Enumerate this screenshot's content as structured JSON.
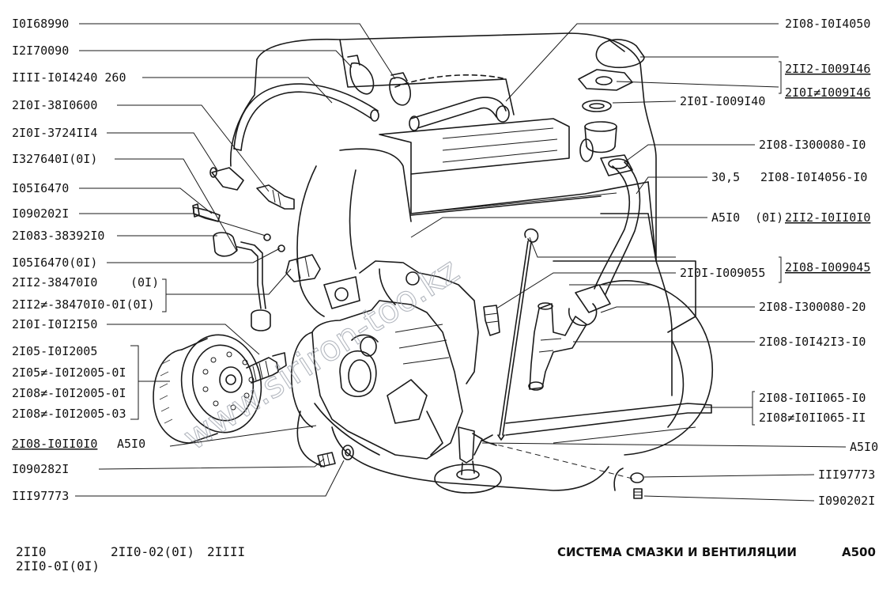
{
  "labels_left": [
    "I0I68990",
    "I2I70090",
    "IIII-I0I4240 260",
    "2I0I-38I0600",
    "2I0I-3724II4",
    "I327640I(0I)",
    "I05I6470",
    "I090202I",
    "2I083-38392I0",
    "I05I6470(0I)",
    "2II2-38470I0",
    "(0I)",
    "2II2≠-38470I0-0I(0I)",
    "2I0I-I0I2I50",
    "2I05-I0I2005",
    "2I05≠-I0I2005-0I",
    "2I08≠-I0I2005-0I",
    "2I08≠-I0I2005-03",
    "2I08-I0II0I0",
    "A5I0",
    "I090282I",
    "III97773"
  ],
  "labels_right": [
    "2I08-I0I4050",
    "2II2-I009I46",
    "2I0I≠I009I46",
    "2I0I-I009I40",
    "2I08-I300080-I0",
    "30,5",
    "2I08-I0I4056-I0",
    "A5I0",
    "(0I)",
    "2II2-I0II0I0",
    "2I08-I009045",
    "2I0I-I009055",
    "2I08-I300080-20",
    "2I08-I0I42I3-I0",
    "2I08-I0II065-I0",
    "2I08≠I0II065-II",
    "A5I0",
    "III97773",
    "I090202I"
  ],
  "footer": {
    "models_1": "2II0",
    "models_2": "2II0-02(0I)",
    "models_3": "2IIII",
    "models_4": "2II0-0I(0I)",
    "title": "СИСТЕМА СМАЗКИ И ВЕНТИЛЯЦИИ",
    "code": "A500"
  },
  "watermark": "www.siriron-too.kz"
}
